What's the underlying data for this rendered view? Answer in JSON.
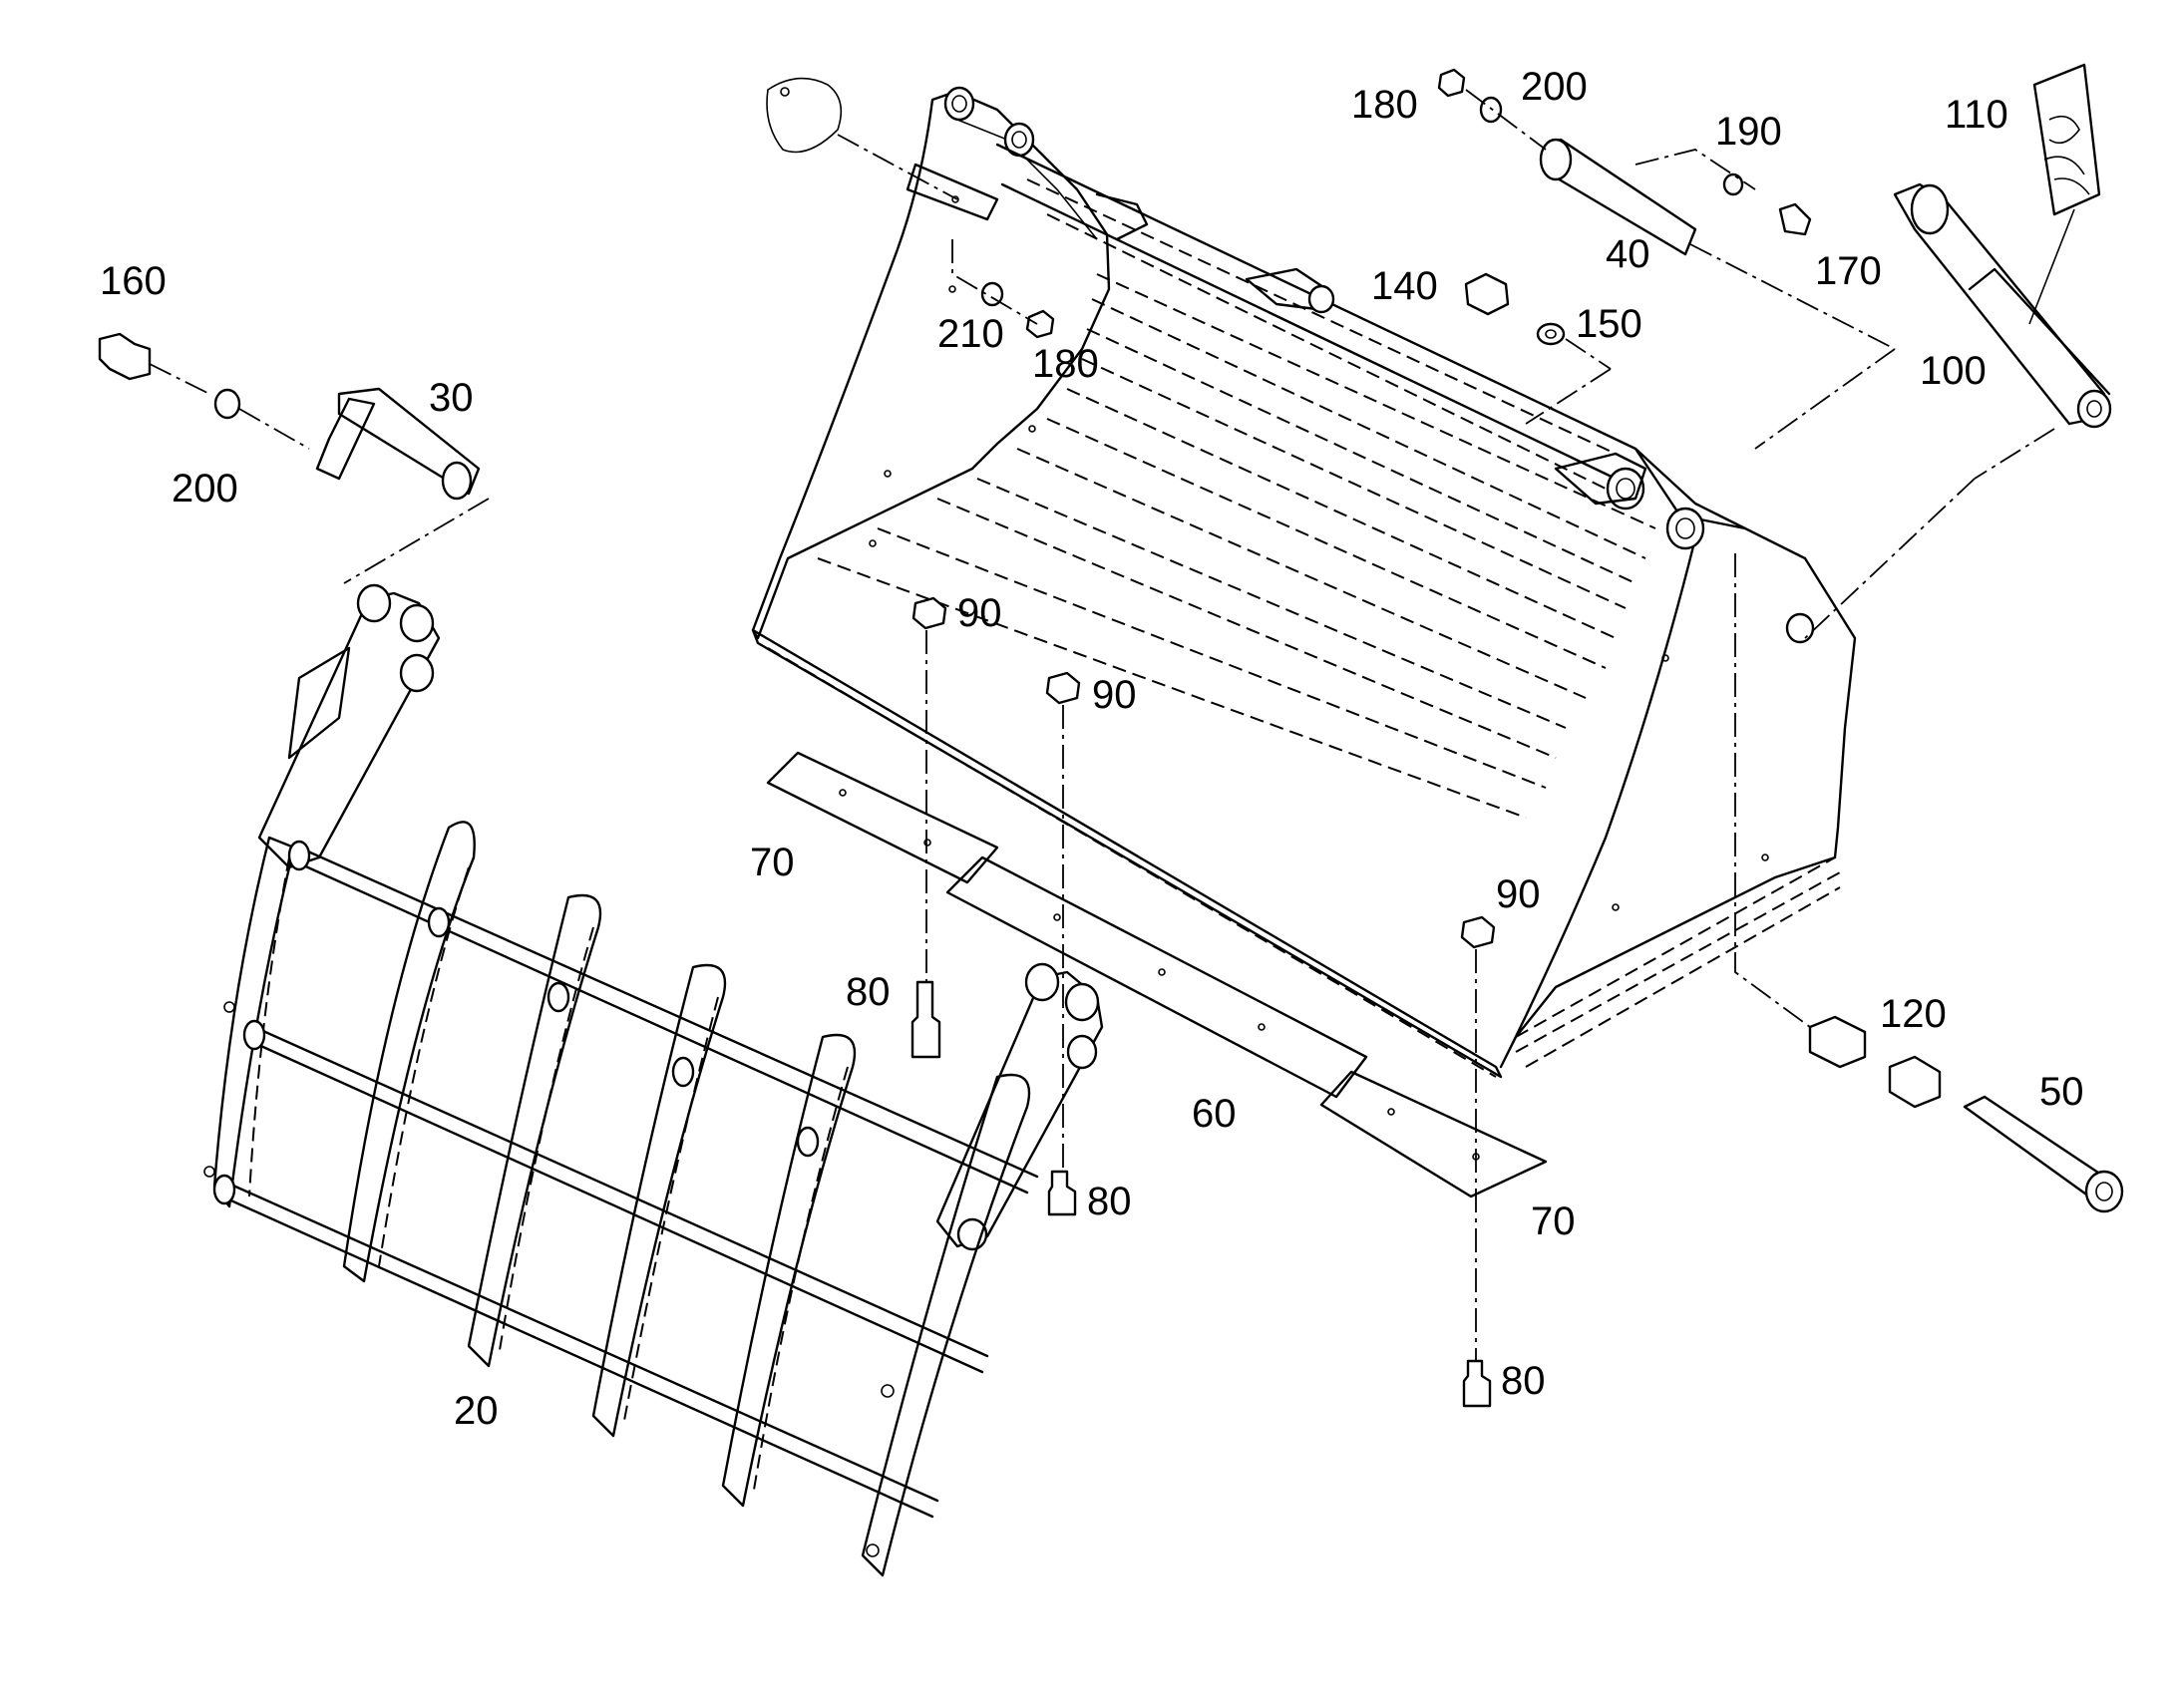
{
  "diagram": {
    "type": "exploded-parts-drawing",
    "callouts": [
      {
        "id": "c-180-top",
        "text": "180"
      },
      {
        "id": "c-200-top",
        "text": "200"
      },
      {
        "id": "c-190",
        "text": "190"
      },
      {
        "id": "c-110",
        "text": "110"
      },
      {
        "id": "c-160",
        "text": "160"
      },
      {
        "id": "c-30",
        "text": "30"
      },
      {
        "id": "c-200-left",
        "text": "200"
      },
      {
        "id": "c-210",
        "text": "210"
      },
      {
        "id": "c-180-mid",
        "text": "180"
      },
      {
        "id": "c-140",
        "text": "140"
      },
      {
        "id": "c-150",
        "text": "150"
      },
      {
        "id": "c-40",
        "text": "40"
      },
      {
        "id": "c-170",
        "text": "170"
      },
      {
        "id": "c-100",
        "text": "100"
      },
      {
        "id": "c-90-a",
        "text": "90"
      },
      {
        "id": "c-90-b",
        "text": "90"
      },
      {
        "id": "c-90-c",
        "text": "90"
      },
      {
        "id": "c-70-left",
        "text": "70"
      },
      {
        "id": "c-70-right",
        "text": "70"
      },
      {
        "id": "c-80-a",
        "text": "80"
      },
      {
        "id": "c-80-b",
        "text": "80"
      },
      {
        "id": "c-80-c",
        "text": "80"
      },
      {
        "id": "c-60",
        "text": "60"
      },
      {
        "id": "c-120",
        "text": "120"
      },
      {
        "id": "c-50",
        "text": "50"
      },
      {
        "id": "c-20",
        "text": "20"
      }
    ]
  }
}
